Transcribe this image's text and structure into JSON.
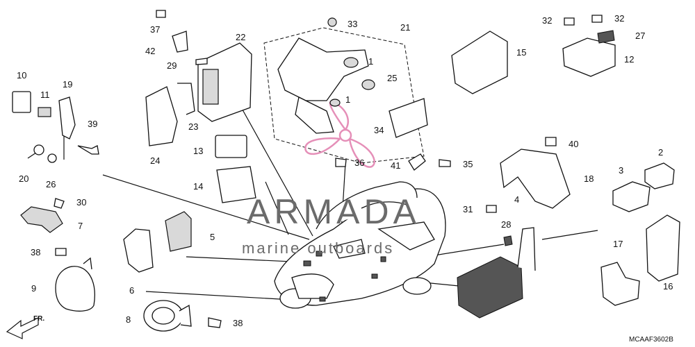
{
  "diagram": {
    "code": "MCAAF3602B",
    "direction_label": "FR.",
    "watermark": {
      "brand": "ARMADA",
      "tagline": "marine outboards",
      "color": "#e58fb8"
    },
    "callouts": [
      {
        "id": "c1",
        "text": "1"
      },
      {
        "id": "c1b",
        "text": "1"
      },
      {
        "id": "c2",
        "text": "2"
      },
      {
        "id": "c3",
        "text": "3"
      },
      {
        "id": "c4",
        "text": "4"
      },
      {
        "id": "c5",
        "text": "5"
      },
      {
        "id": "c6",
        "text": "6"
      },
      {
        "id": "c7",
        "text": "7"
      },
      {
        "id": "c8",
        "text": "8"
      },
      {
        "id": "c9",
        "text": "9"
      },
      {
        "id": "c10",
        "text": "10"
      },
      {
        "id": "c11",
        "text": "11"
      },
      {
        "id": "c12",
        "text": "12"
      },
      {
        "id": "c13",
        "text": "13"
      },
      {
        "id": "c14",
        "text": "14"
      },
      {
        "id": "c15",
        "text": "15"
      },
      {
        "id": "c16",
        "text": "16"
      },
      {
        "id": "c17",
        "text": "17"
      },
      {
        "id": "c18",
        "text": "18"
      },
      {
        "id": "c19",
        "text": "19"
      },
      {
        "id": "c20",
        "text": "20"
      },
      {
        "id": "c21",
        "text": "21"
      },
      {
        "id": "c22",
        "text": "22"
      },
      {
        "id": "c23",
        "text": "23"
      },
      {
        "id": "c24",
        "text": "24"
      },
      {
        "id": "c25",
        "text": "25"
      },
      {
        "id": "c26",
        "text": "26"
      },
      {
        "id": "c27",
        "text": "27"
      },
      {
        "id": "c28",
        "text": "28"
      },
      {
        "id": "c29",
        "text": "29"
      },
      {
        "id": "c30",
        "text": "30"
      },
      {
        "id": "c31",
        "text": "31"
      },
      {
        "id": "c32a",
        "text": "32"
      },
      {
        "id": "c32b",
        "text": "32"
      },
      {
        "id": "c33",
        "text": "33"
      },
      {
        "id": "c34",
        "text": "34"
      },
      {
        "id": "c35",
        "text": "35"
      },
      {
        "id": "c36",
        "text": "36"
      },
      {
        "id": "c37",
        "text": "37"
      },
      {
        "id": "c38a",
        "text": "38"
      },
      {
        "id": "c38b",
        "text": "38"
      },
      {
        "id": "c39",
        "text": "39"
      },
      {
        "id": "c40",
        "text": "40"
      },
      {
        "id": "c41",
        "text": "41"
      },
      {
        "id": "c42",
        "text": "42"
      }
    ]
  }
}
